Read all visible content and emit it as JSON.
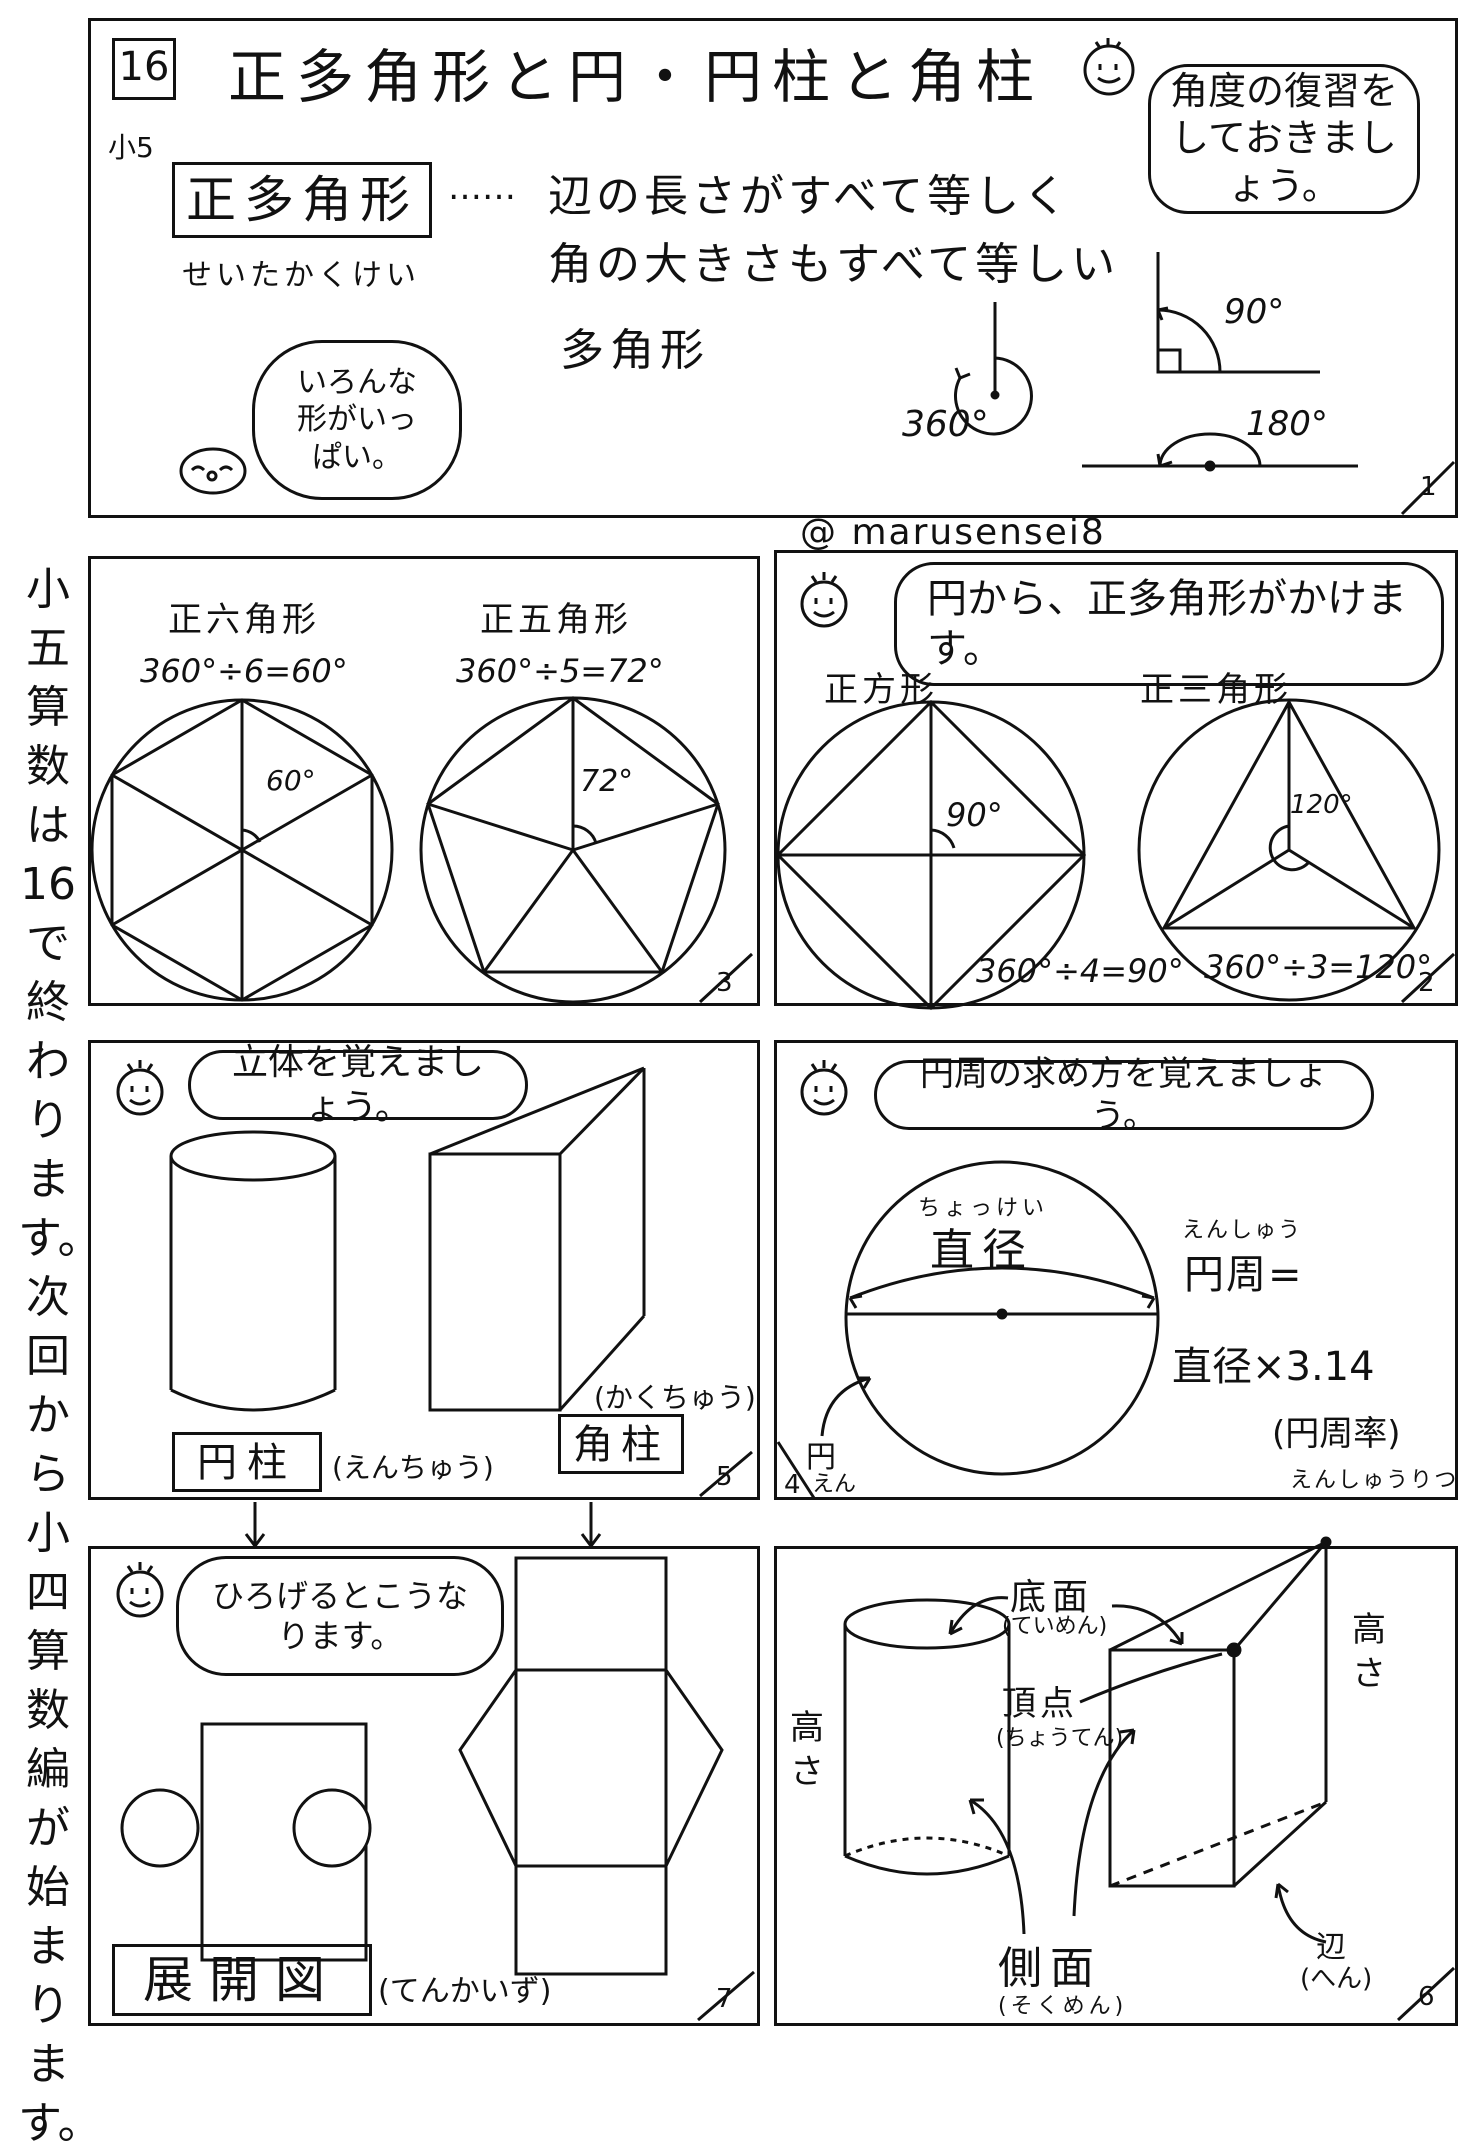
{
  "header": {
    "number": "16",
    "title": "正多角形と円・円柱と角柱",
    "grade": "小5",
    "term": "正多角形",
    "term_reading": "せいたかくけい",
    "dots": "……",
    "definition_line1": "辺の長さがすべて等しく",
    "definition_line2": "角の大きさもすべて等しい",
    "definition_line3": "多角形",
    "bubble_review": "角度の復習をしておきましょう。",
    "bubble_shapes": "いろんな形がいっぱい。",
    "angle_360": "360°",
    "angle_90": "90°",
    "angle_180": "180°",
    "panel_no": "1"
  },
  "credit": "@ marusensei8",
  "side_note": "小五算数は16で終わります。次回から小四算数編が始まります。",
  "panel3": {
    "hexagon_title": "正六角形",
    "hexagon_formula": "360°÷6=60°",
    "hexagon_angle": "60°",
    "pentagon_title": "正五角形",
    "pentagon_formula": "360°÷5=72°",
    "pentagon_angle": "72°",
    "panel_no": "3"
  },
  "panel2": {
    "bubble": "円から、正多角形がかけます。",
    "square_title": "正方形",
    "square_angle": "90°",
    "square_formula": "360°÷4=90°",
    "triangle_title": "正三角形",
    "triangle_angle": "120°",
    "triangle_formula": "360°÷3=120°",
    "panel_no": "2"
  },
  "panel5": {
    "bubble": "立体を覚えましょう。",
    "cylinder": "円柱",
    "cylinder_reading": "(えんちゅう)",
    "prism": "角柱",
    "prism_reading": "(かくちゅう)",
    "panel_no": "5"
  },
  "panel4": {
    "bubble": "円周の求め方を覚えましょう。",
    "diameter_reading": "ちょっけい",
    "diameter": "直径",
    "circumference_reading": "えんしゅう",
    "circumference": "円周=",
    "formula": "直径×3.14",
    "pi": "(円周率)",
    "pi_reading": "えんしゅうりつ",
    "circle": "円",
    "circle_reading": "えん",
    "panel_no": "4"
  },
  "panel7": {
    "bubble": "ひろげるとこうなります。",
    "net": "展開図",
    "net_reading": "(てんかいず)",
    "panel_no": "7"
  },
  "panel6": {
    "base": "底面",
    "base_reading": "(ていめん)",
    "vertex": "頂点",
    "vertex_reading": "(ちょうてん)",
    "height_left": "高さ",
    "height_right": "高さ",
    "lateral": "側面",
    "lateral_reading": "(そくめん)",
    "edge": "辺",
    "edge_reading": "(へん)",
    "panel_no": "6"
  }
}
